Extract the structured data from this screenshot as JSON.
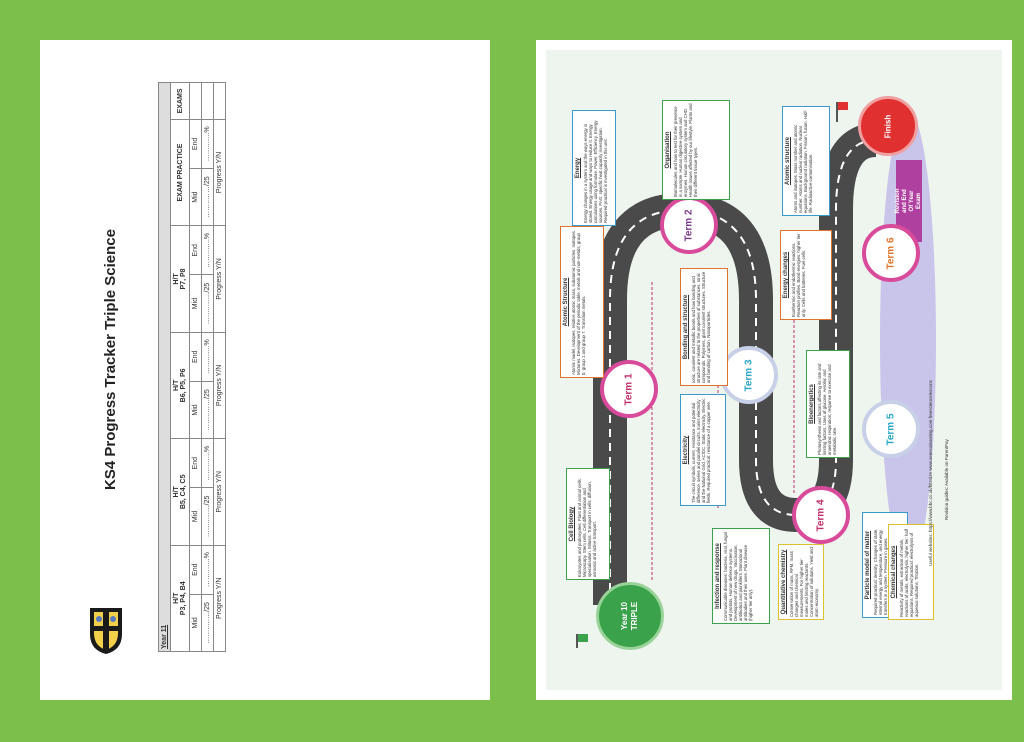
{
  "document": {
    "title": "KS4 Progress Tracker Triple Science",
    "year_label": "Year 11",
    "table": {
      "columns": [
        {
          "h1": "H/T",
          "h2": "P3, P4, B4"
        },
        {
          "h1": "H/T",
          "h2": "B5, C4, C5"
        },
        {
          "h1": "H/T",
          "h2": "B6, P5, P6"
        },
        {
          "h1": "H/T",
          "h2": "P7, P8"
        },
        {
          "h1": "EXAM PRACTICE",
          "h2": ""
        },
        {
          "h1": "EXAMS",
          "h2": ""
        }
      ],
      "mid": "Mid",
      "end": "End",
      "mid_value": "……..……/25",
      "end_value": "……..…..%",
      "progress": "Progress Y/N"
    }
  },
  "map": {
    "start": "Year 10\nTRIPLE",
    "finish": "Finish",
    "revision": "Revision and End Of Year Exam",
    "terms": [
      {
        "label": "Term 1",
        "color": "#c0306a"
      },
      {
        "label": "Term 2",
        "color": "#7a3a8a"
      },
      {
        "label": "Term 3",
        "color": "#2aa6c9"
      },
      {
        "label": "Term 4",
        "color": "#c0306a"
      },
      {
        "label": "Term 5",
        "color": "#2aa6c9"
      },
      {
        "label": "Term 6",
        "color": "#e0742a"
      }
    ],
    "topics": [
      {
        "title": "Infection and response",
        "text": "Communicable diseases: bacteria, viral, fungal and protists. Human defence systems. Development of new drugs. Vaccination, antibiotics and painkillers. Monoclonal antibodies and their uses. Plant disease (higher tier only).",
        "border": "#3aa24a"
      },
      {
        "title": "Cell Biology",
        "text": "Eukaryotes and prokaryotes. Plant and animal cells. Microscopy. Stem cells. Cell differentiation and specialisation. Mitosis. Transport in cells: diffusion, osmosis and active transport.",
        "border": "#3aa24a"
      },
      {
        "title": "Atomic Structure",
        "text": "Atomic model, isotopes, relative atomic mass, subatomic particles. Isotopes. Mixtures. Development of the periodic table, metals and non-metals, group 0, group 1 and group 7. Transition metals.",
        "border": "#e0742a"
      },
      {
        "title": "Energy",
        "text": "Energy changes in a system and the ways energy is stored. Energy usage and ways to reduce it. Energy calculations using formulae. Power. Efficiency. Energy sources. PAG: specific heat capacity investigation. Required practical is investigated in this unit.",
        "border": "#3a9ad0"
      },
      {
        "title": "Organisation",
        "text": "Biomolecules and how to test for their presence in a sample. Human digestive system and enzymes. Human circulatory system and CHD. Health issues affected by our lifestyle. Plants and their different tissue types.",
        "border": "#3aa24a"
      },
      {
        "title": "Quantitative chemistry",
        "text": "Conservation of mass, RFM, mass changes and chemical measurements. For higher tier: moles and limiting reactants. Concentration of solutions. Yield and atom economy.",
        "border": "#e0c030"
      },
      {
        "title": "Electricity",
        "text": "The circuit symbols, current, resistance and potential difference, series and parallel circuits, mains electricity and the National Grid. AC/DC. Static electricity. Electric fields. Required practical: resistance of a copper wire.",
        "border": "#3a9ad0"
      },
      {
        "title": "Bonding and structure",
        "text": "Ionic, covalent and metallic bonds and how bonding and structure are related to the properties of substances. Ionic compounds. Polymers, giant covalent structures. Structure and bonding of carbon. Nanoparticles.",
        "border": "#e0742a"
      },
      {
        "title": "Particle model of matter",
        "text": "Required practical: density. Changes of state, internal energy and temperature, and energy transfers in a system. Pressure in gases.",
        "border": "#3a9ad0"
      },
      {
        "title": "Bioenergetics",
        "text": "Photosynthesis and factors affecting its rate and limiting factors. Uses of glucose. Aerobic and anaerobic respiration; response to exercise and metabolic rate.",
        "border": "#3aa24a"
      },
      {
        "title": "Chemical changes",
        "text": "Reactivity of metals, extraction of metals, reactions of acids, electrolysis, higher tier: half equations. Required practical: electrolysis of aqueous solutions. Titration.",
        "border": "#e0c030"
      },
      {
        "title": "Energy changes",
        "text": "Exothermic and endothermic reactions. Reaction profiles. Bond energies: higher tier only. Cells and batteries. Fuel cells.",
        "border": "#e0742a"
      },
      {
        "title": "Atomic structure",
        "text": "Atoms and isotopes. Mass number and atomic number. Atoms and nuclear radiation. Nuclear equations. Background radiation. Fission, fusion. Half-life. Radioactive contamination.",
        "border": "#3a9ad0"
      }
    ],
    "credit_1": "Useful websites: https://www.bbc.co.uk/bitesize  www.senecalearning.com  freesciencelessons",
    "credit_2": "Revision guides: Available on ParentPay"
  },
  "colors": {
    "bg_green": "#7cc04b",
    "road": "#4a4a4a",
    "start": "#3aa24a",
    "finish": "#e03030",
    "revision": "#b040a0",
    "lavender": "#c8c4ea"
  }
}
